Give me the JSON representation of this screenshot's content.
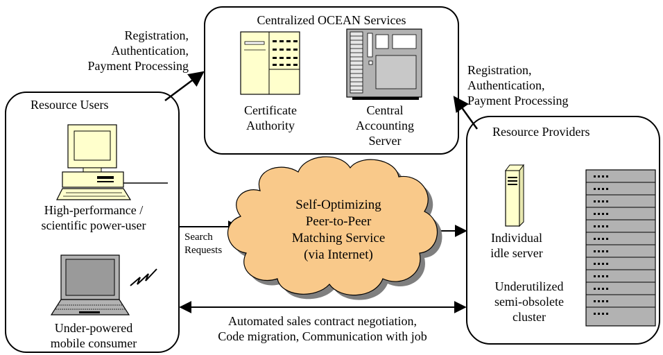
{
  "colors": {
    "cloud_fill": "#F9C98A",
    "cloud_shadow": "#7F7F7F",
    "computer_fill": "#FFFFCC",
    "server_gray": "#B2B2B2",
    "line": "#000000"
  },
  "ocean": {
    "title": "Centralized OCEAN Services",
    "ca_label": "Certificate\nAuthority",
    "cas_label": "Central\nAccounting\nServer"
  },
  "users": {
    "title": "Resource Users",
    "power_user": "High-performance /\nscientific power-user",
    "mobile": "Under-powered\nmobile consumer"
  },
  "providers": {
    "title": "Resource Providers",
    "idle_server": "Individual\nidle server",
    "cluster": "Underutilized\nsemi-obsolete\ncluster"
  },
  "cloud": {
    "text": "Self-Optimizing\nPeer-to-Peer\nMatching Service\n(via Internet)"
  },
  "arrows": {
    "reg_left": "Registration,\nAuthentication,\nPayment Processing",
    "reg_right": "Registration,\nAuthentication,\nPayment Processing",
    "search": "Search\nRequests",
    "bottom": "Automated sales contract negotiation,\nCode migration, Communication with job"
  },
  "icons": [
    "certificate-authority-icon",
    "accounting-server-icon",
    "desktop-computer-icon",
    "laptop-icon",
    "wireless-signal-icon",
    "tower-server-icon",
    "rack-cluster-icon"
  ]
}
